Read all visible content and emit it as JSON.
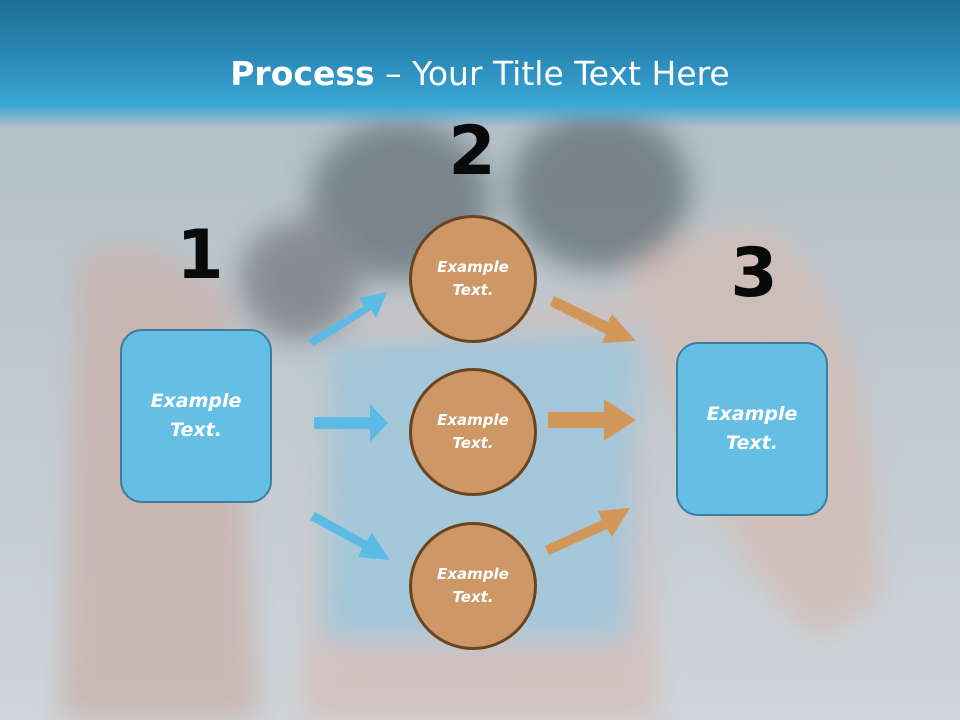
{
  "title": {
    "bold": "Process",
    "rest": " – Your Title Text Here"
  },
  "steps": {
    "one": "1",
    "two": "2",
    "three": "3"
  },
  "boxes": {
    "left": "Example Text.",
    "right": "Example Text."
  },
  "circles": {
    "top": "Example Text.",
    "middle": "Example Text.",
    "bottom": "Example Text."
  },
  "colors": {
    "header": "#2a89b7",
    "box_fill": "#65bee3",
    "circle_fill": "#cd9766",
    "blue_arrow": "#5bbbe5",
    "orange_arrow": "#d29659"
  }
}
